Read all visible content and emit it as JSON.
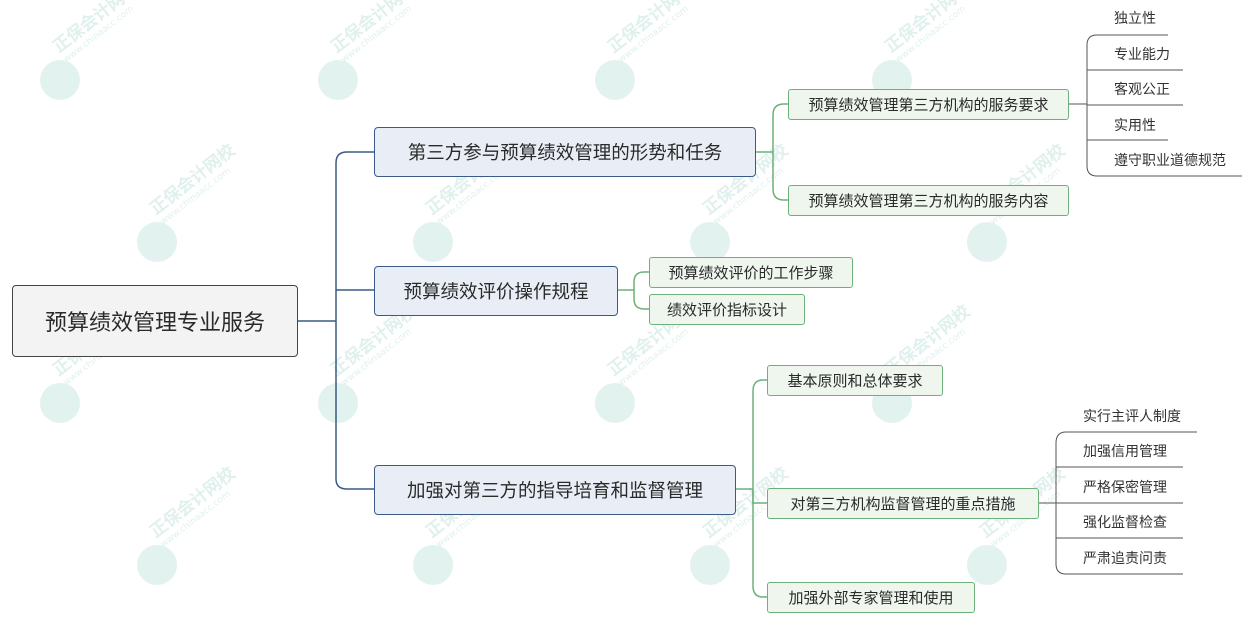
{
  "mindmap": {
    "root": "预算绩效管理专业服务",
    "branches": [
      {
        "label": "第三方参与预算绩效管理的形势和任务",
        "children": [
          {
            "label": "预算绩效管理第三方机构的服务要求",
            "leaves": [
              "独立性",
              "专业能力",
              "客观公正",
              "实用性",
              "遵守职业道德规范"
            ]
          },
          {
            "label": "预算绩效管理第三方机构的服务内容"
          }
        ]
      },
      {
        "label": "预算绩效评价操作规程",
        "children": [
          {
            "label": "预算绩效评价的工作步骤"
          },
          {
            "label": "绩效评价指标设计"
          }
        ]
      },
      {
        "label": "加强对第三方的指导培育和监督管理",
        "children": [
          {
            "label": "基本原则和总体要求"
          },
          {
            "label": "对第三方机构监督管理的重点措施",
            "leaves": [
              "实行主评人制度",
              "加强信用管理",
              "严格保密管理",
              "强化监督检查",
              "严肃追责问责"
            ]
          },
          {
            "label": "加强外部专家管理和使用"
          }
        ]
      }
    ]
  },
  "watermark": {
    "brand": "正保会计网校",
    "url": "www.chinaacc.com"
  },
  "colors": {
    "root_border": "#444444",
    "branch_border": "#3b5b86",
    "branch_fill": "#e9eef6",
    "sub_border": "#6db07a",
    "sub_fill": "#eef6ee",
    "connector_blue": "#3b5b86",
    "connector_green": "#6db07a",
    "connector_gray": "#555555"
  }
}
